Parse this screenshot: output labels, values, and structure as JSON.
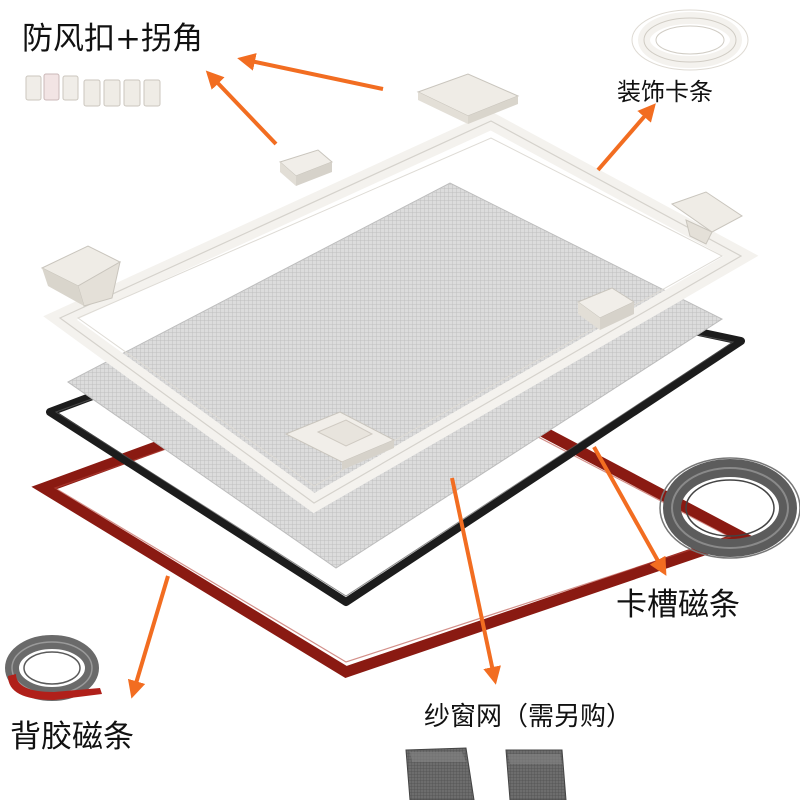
{
  "labels": {
    "windproof_clip_corner": "防风扣+拐角",
    "decorative_strip": "装饰卡条",
    "groove_magnetic_strip": "卡槽磁条",
    "adhesive_magnetic_strip": "背胶磁条",
    "screen_mesh": "纱窗网（需另购）"
  },
  "colors": {
    "arrow": "#f26d21",
    "outer_frame": "#8a1a12",
    "magnetic_frame": "#1c1c1c",
    "white_frame": "#f2f0ec",
    "mesh": "#d6d6d6"
  },
  "icons": [
    "clip-parts-icon",
    "white-strip-roll-icon",
    "gray-magnetic-roll-icon",
    "adhesive-roll-icon",
    "folded-mesh-icon"
  ]
}
